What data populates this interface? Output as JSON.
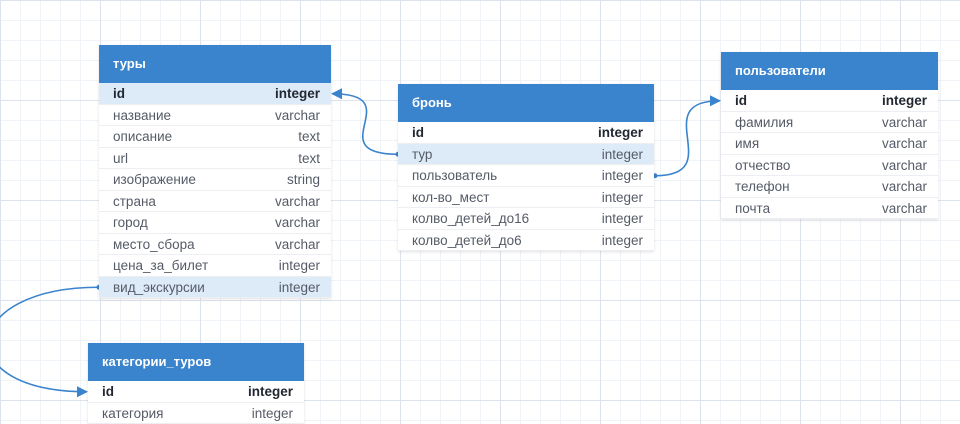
{
  "tables": [
    {
      "key": "tury",
      "title": "туры",
      "columns": [
        {
          "name": "id",
          "type": "integer",
          "pk": true,
          "highlight": true
        },
        {
          "name": "название",
          "type": "varchar"
        },
        {
          "name": "описание",
          "type": "text"
        },
        {
          "name": "url",
          "type": "text"
        },
        {
          "name": "изображение",
          "type": "string"
        },
        {
          "name": "страна",
          "type": "varchar"
        },
        {
          "name": "город",
          "type": "varchar"
        },
        {
          "name": "место_сбора",
          "type": "varchar"
        },
        {
          "name": "цена_за_билет",
          "type": "integer"
        },
        {
          "name": "вид_экскурсии",
          "type": "integer",
          "highlight": true
        }
      ]
    },
    {
      "key": "bron",
      "title": "бронь",
      "columns": [
        {
          "name": "id",
          "type": "integer",
          "pk": true
        },
        {
          "name": "тур",
          "type": "integer",
          "highlight": true
        },
        {
          "name": "пользователь",
          "type": "integer"
        },
        {
          "name": "кол-во_мест",
          "type": "integer"
        },
        {
          "name": "колво_детей_до16",
          "type": "integer"
        },
        {
          "name": "колво_детей_до6",
          "type": "integer"
        }
      ]
    },
    {
      "key": "polzovateli",
      "title": "пользователи",
      "columns": [
        {
          "name": "id",
          "type": "integer",
          "pk": true
        },
        {
          "name": "фамилия",
          "type": "varchar"
        },
        {
          "name": "имя",
          "type": "varchar"
        },
        {
          "name": "отчество",
          "type": "varchar"
        },
        {
          "name": "телефон",
          "type": "varchar"
        },
        {
          "name": "почта",
          "type": "varchar"
        }
      ]
    },
    {
      "key": "kategorii",
      "title": "категории_туров",
      "columns": [
        {
          "name": "id",
          "type": "integer",
          "pk": true
        },
        {
          "name": "категория",
          "type": "integer"
        }
      ]
    }
  ],
  "relations": [
    {
      "from_table": "bron",
      "from_column": "тур",
      "to_table": "tury",
      "to_column": "id"
    },
    {
      "from_table": "bron",
      "from_column": "пользователь",
      "to_table": "polzovateli",
      "to_column": "id"
    },
    {
      "from_table": "tury",
      "from_column": "вид_экскурсии",
      "to_table": "kategorii",
      "to_column": "id"
    }
  ],
  "colors": {
    "header": "#3a83cd",
    "link": "#3a83cd",
    "highlight": "#ddebf8"
  }
}
